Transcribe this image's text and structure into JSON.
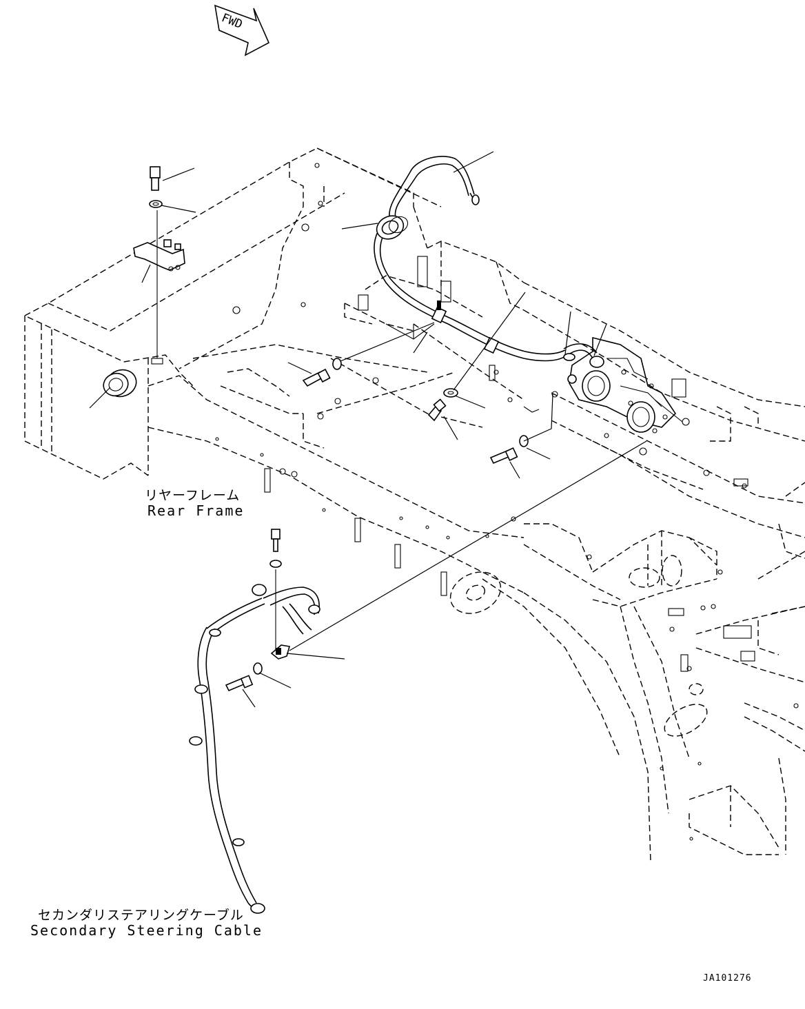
{
  "fwd_arrow": {
    "text": "FWD"
  },
  "labels": {
    "rear_frame_jp": "リヤーフレーム",
    "rear_frame_en": "Rear Frame",
    "secondary_steering_cable_jp": "セカンダリステアリングケーブル",
    "secondary_steering_cable_en": "Secondary Steering Cable"
  },
  "drawing_id": "JA101276"
}
